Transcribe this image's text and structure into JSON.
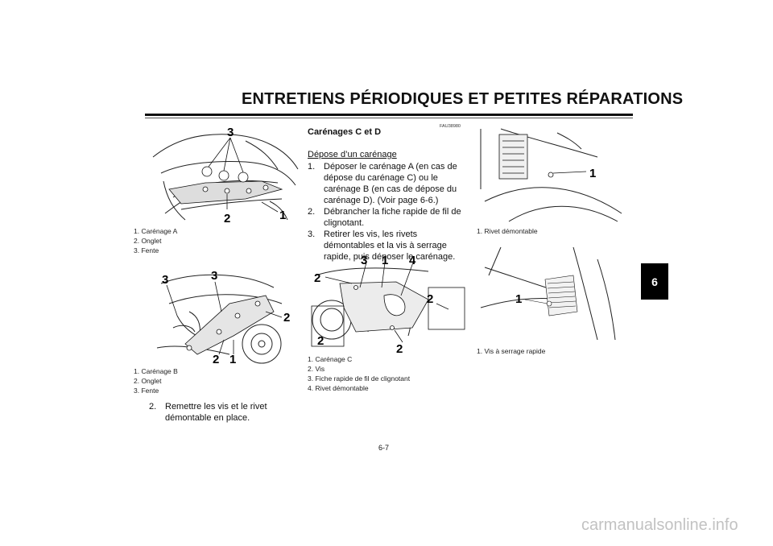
{
  "header": {
    "title": "ENTRETIENS PÉRIODIQUES ET PETITES RÉPARATIONS"
  },
  "chapter_tab": "6",
  "left": {
    "fig1": {
      "callouts": [
        "3",
        "2",
        "1"
      ],
      "caption": [
        "1. Carénage A",
        "2. Onglet",
        "3. Fente"
      ]
    },
    "fig2": {
      "callouts": [
        "3",
        "3",
        "2",
        "2",
        "1"
      ],
      "caption": [
        "1. Carénage B",
        "2. Onglet",
        "3. Fente"
      ]
    },
    "step": {
      "num": "2.",
      "text": "Remettre les vis et le rivet démontable en place."
    }
  },
  "middle": {
    "code": "FAU38980",
    "title": "Carénages C et D",
    "subheading": "Dépose d’un carénage",
    "steps": [
      {
        "num": "1.",
        "text": "Déposer le carénage A (en cas de dépose du carénage C) ou le carénage B (en cas de dépose du carénage D). (Voir page 6-6.)"
      },
      {
        "num": "2.",
        "text": "Débrancher la fiche rapide de fil de clignotant."
      },
      {
        "num": "3.",
        "text": "Retirer les vis, les rivets démontables et la vis à serrage rapide, puis déposer le carénage."
      }
    ],
    "fig": {
      "callouts": [
        "3",
        "1",
        "4",
        "2",
        "2",
        "2",
        "2"
      ],
      "caption": [
        "1. Carénage C",
        "2. Vis",
        "3. Fiche rapide de fil de clignotant",
        "4. Rivet démontable"
      ]
    }
  },
  "right": {
    "fig1": {
      "callouts": [
        "1"
      ],
      "caption": [
        "1. Rivet démontable"
      ]
    },
    "fig2": {
      "callouts": [
        "1"
      ],
      "caption": [
        "1. Vis à serrage rapide"
      ]
    }
  },
  "footer": {
    "page_number": "6-7",
    "watermark": "carmanualsonline.info"
  }
}
